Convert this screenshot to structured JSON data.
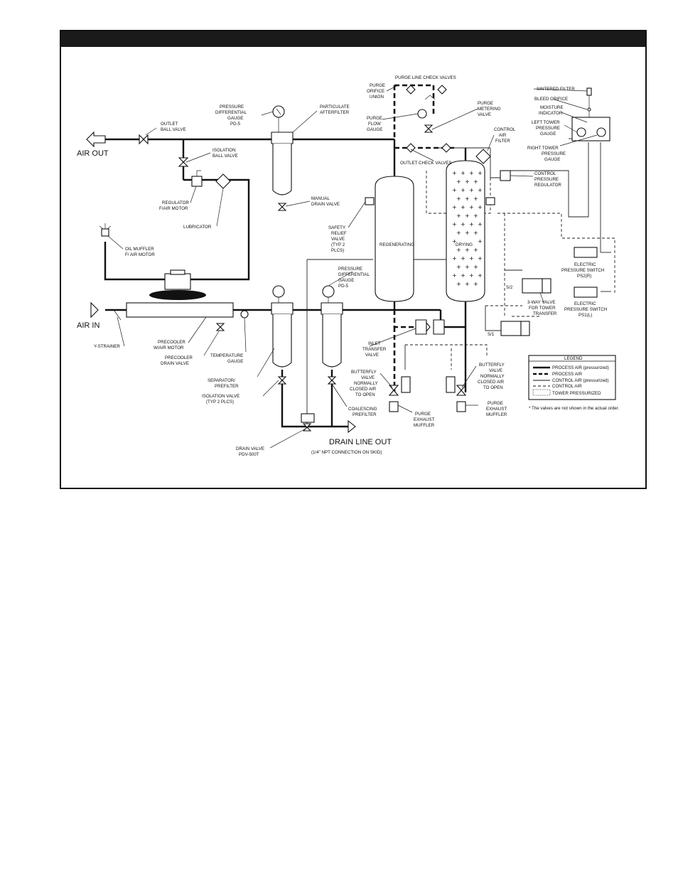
{
  "labels": {
    "air_out": "AIR OUT",
    "air_in": "AIR IN",
    "drain_line_out": "DRAIN LINE OUT",
    "drain_connection": "(1/4\" NPT CONNECTION ON SKID)",
    "outlet_ball_valve": [
      "OUTLET",
      "BALL VALVE"
    ],
    "isolation_ball_valve": [
      "ISOLATION",
      "BALL VALVE"
    ],
    "regulator": [
      "REGULATOR",
      "F/AIR MOTOR"
    ],
    "lubricator": "LUBRICATOR",
    "oil_muffler": [
      "OIL MUFFLER",
      "F/ AIR MOTOR"
    ],
    "pd_gauge_top": [
      "PRESSURE",
      "DIFFERENTIAL",
      "GAUGE",
      "PD-5"
    ],
    "particulate_afterfilter": [
      "PARTICULATE",
      "AFTERFILTER"
    ],
    "manual_drain_valve": [
      "MANUAL",
      "DRAIN VALVE"
    ],
    "purge_orifice_union": [
      "PURGE",
      "ORIFICE",
      "UNION"
    ],
    "purge_line_check_valves": "PURGE LINE CHECK VALVES",
    "purge_flow_gauge": [
      "PURGE",
      "FLOW",
      "GAUGE"
    ],
    "purge_metering_valve": [
      "PURGE",
      "METERING",
      "VALVE"
    ],
    "control_air_filter": [
      "CONTROL",
      "AIR",
      "FILTER"
    ],
    "outlet_check_valves": "OUTLET CHECK VALVES",
    "control_pressure_regulator": [
      "CONTROL",
      "PRESSURE",
      "REGULATOR"
    ],
    "sintered_filter": "SINTERED FILTER",
    "bleed_orifice": "BLEED ORIFICE",
    "moisture_indicator": [
      "MOISTURE",
      "INDICATOR"
    ],
    "left_tower_gauge": [
      "LEFT TOWER",
      "PRESSURE",
      "GAUGE"
    ],
    "right_tower_gauge": [
      "RIGHT TOWER",
      "PRESSURE",
      "GAUGE"
    ],
    "safety_relief_valve": [
      "SAFETY",
      "RELIEF",
      "VALVE",
      "(TYP 2",
      "PLCS)"
    ],
    "regenerating": "REGENERATING",
    "drying": "DRYING",
    "pressure_switch_ps2": [
      "ELECTRIC",
      "PRESSURE SWITCH",
      "PS2(R)"
    ],
    "pressure_switch_ps1": [
      "ELECTRIC",
      "PRESSURE SWITCH",
      "PS1(L)"
    ],
    "three_way_valve": [
      "3-WAY VALVE",
      "FOR TOWER",
      "TRANSFER"
    ],
    "sol_2": "S/2",
    "sol_1": "S/1",
    "y_strainer": "Y-STRAINER",
    "precooler": [
      "PRECOOLER",
      "W/AIR MOTOR"
    ],
    "precooler_drain": [
      "PRECOOLER",
      "DRAIN VALVE"
    ],
    "temperature_gauge": [
      "TEMPERATURE",
      "GAUGE"
    ],
    "pd_gauge_mid": [
      "PRESSURE",
      "DIFFERENTIAL",
      "GAUGE",
      "PD-5"
    ],
    "inlet_transfer_valve": [
      "INLET",
      "TRANSFER",
      "VALVE"
    ],
    "separator_prefilter": [
      "SEPARATOR/",
      "PREFILTER"
    ],
    "isolation_valve": [
      "ISOLATION VALVE",
      "(TYP 2 PLCS)"
    ],
    "coalescing_prefilter": [
      "COALESCING",
      "PREFILTER"
    ],
    "butterfly_left": [
      "BUTTERFLY",
      "VALVE",
      "NORMALLY",
      "CLOSED AIR",
      "TO OPEN"
    ],
    "butterfly_right": [
      "BUTTERFLY",
      "VALVE",
      "NORMALLY",
      "CLOSED AIR",
      "TO OPEN"
    ],
    "purge_exhaust_left": [
      "PURGE",
      "EXHAUST",
      "MUFFLER"
    ],
    "purge_exhaust_right": [
      "PURGE",
      "EXHAUST",
      "MUFFLER"
    ],
    "drain_valve": [
      "DRAIN VALVE",
      "PDV-500T"
    ]
  },
  "legend": {
    "title": "LEGEND",
    "items": [
      {
        "label": "PROCESS AIR (pressurized)",
        "style": "thick-solid"
      },
      {
        "label": "PROCESS AIR",
        "style": "thick-dashed"
      },
      {
        "label": "CONTROL AIR (pressurized)",
        "style": "thin-solid"
      },
      {
        "label": "CONTROL AIR",
        "style": "thin-dashed"
      },
      {
        "label": "TOWER PRESSURIZED",
        "style": "dotted-box"
      }
    ],
    "note": "* The valves are not shown in the actual order."
  },
  "colors": {
    "ink": "#111111",
    "background": "#ffffff",
    "title_bar": "#1a1a1a"
  }
}
